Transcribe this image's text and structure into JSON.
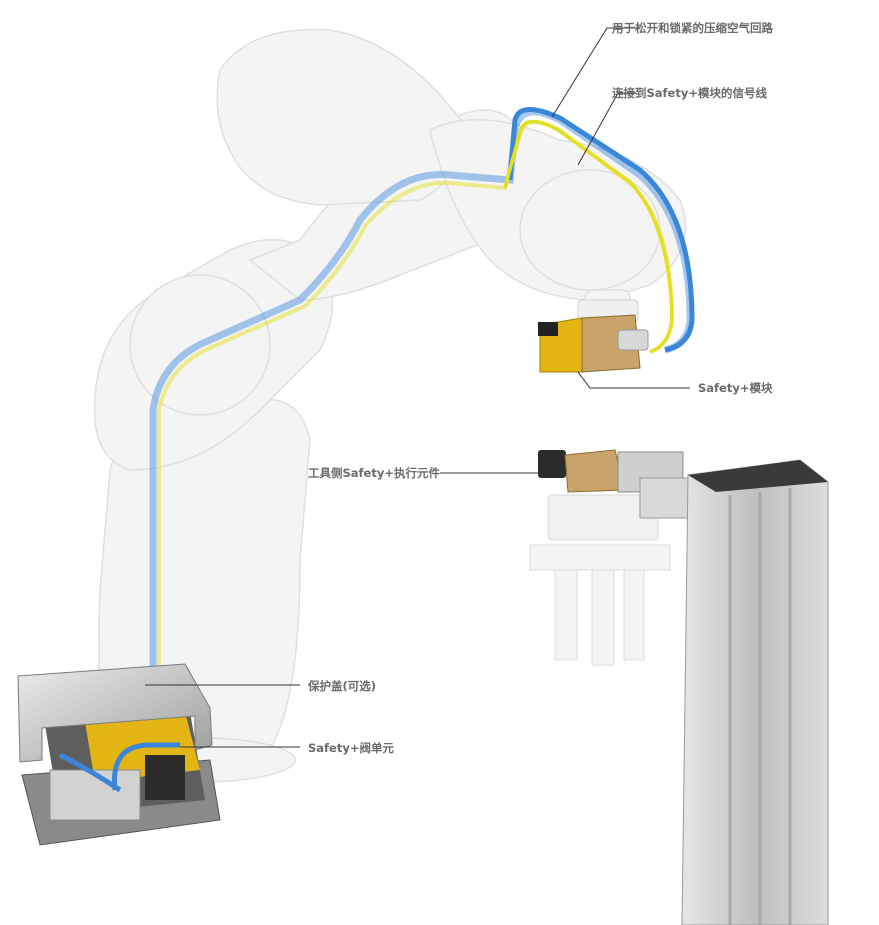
{
  "labels": {
    "air_circuit": "用于松开和锁紧的压缩空气回路",
    "signal_line": "连接到Safety+模块的信号线",
    "safety_module": "Safety+模块",
    "tool_side_actuator": "工具侧Safety+执行元件",
    "protective_cover": "保护盖(可选)",
    "valve_unit": "Safety+阀单元"
  },
  "colors": {
    "air_hose": "#3a86d9",
    "signal_cable": "#e3e020",
    "module_body": "#e2b515",
    "robot_body": "#f2f2f2",
    "leader_line": "#333333",
    "label_text": "#6b6b6b",
    "profile_rail": "#c9c9c9"
  },
  "icons": [
    "robot-arm-illustration",
    "valve-unit-illustration",
    "tool-gripper-illustration",
    "profile-column-illustration"
  ]
}
